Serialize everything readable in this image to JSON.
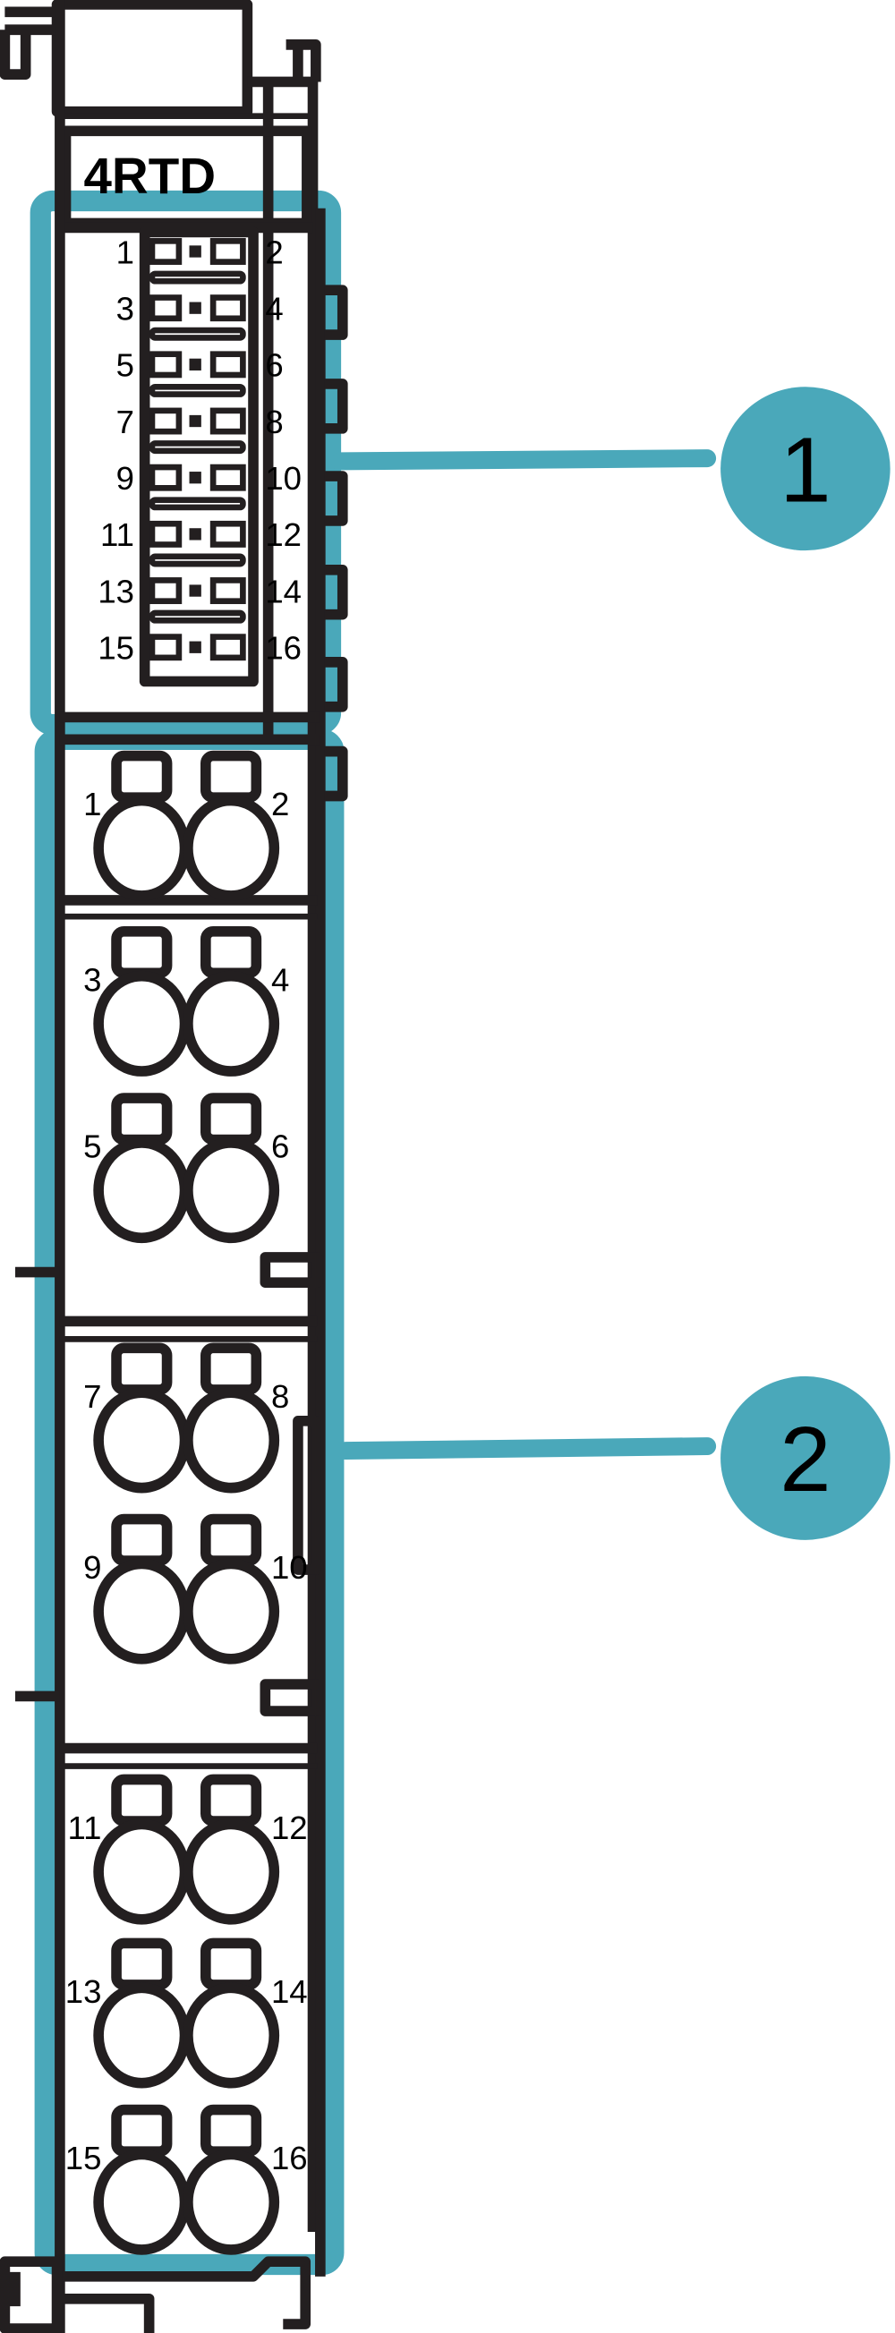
{
  "module_label": "4RTD",
  "upper_connector": {
    "left_numbers": [
      "1",
      "3",
      "5",
      "7",
      "9",
      "11",
      "13",
      "15"
    ],
    "right_numbers": [
      "2",
      "4",
      "6",
      "8",
      "10",
      "12",
      "14",
      "16"
    ]
  },
  "lower_terminals": {
    "left_numbers": [
      "1",
      "3",
      "5",
      "7",
      "9",
      "11",
      "13",
      "15"
    ],
    "right_numbers": [
      "2",
      "4",
      "6",
      "8",
      "10",
      "12",
      "14",
      "16"
    ]
  },
  "callouts": [
    {
      "label": "1"
    },
    {
      "label": "2"
    }
  ],
  "colors": {
    "accent": "#4aa8ba",
    "outline": "#231f20"
  }
}
